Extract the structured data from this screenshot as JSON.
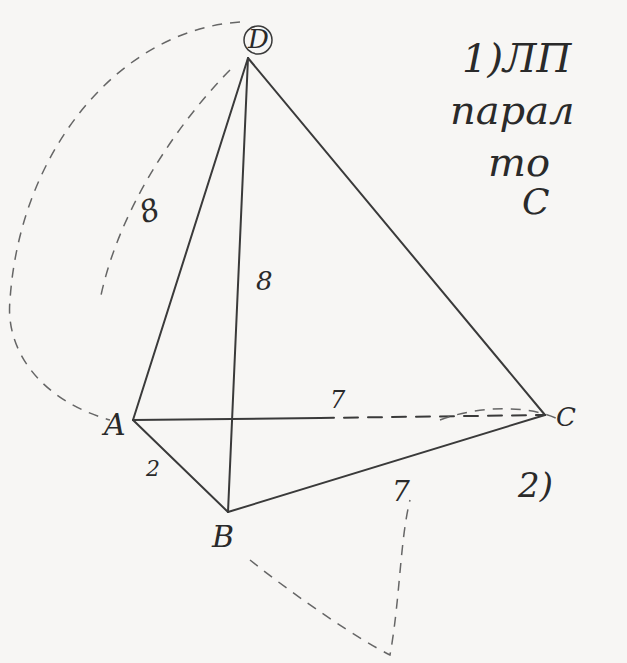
{
  "diagram": {
    "labels": [
      "D",
      "A",
      "B",
      "C",
      "8",
      "8",
      "7",
      "7",
      "2",
      "1)ЛП",
      "парал",
      "то",
      "С",
      "2)"
    ]
  }
}
